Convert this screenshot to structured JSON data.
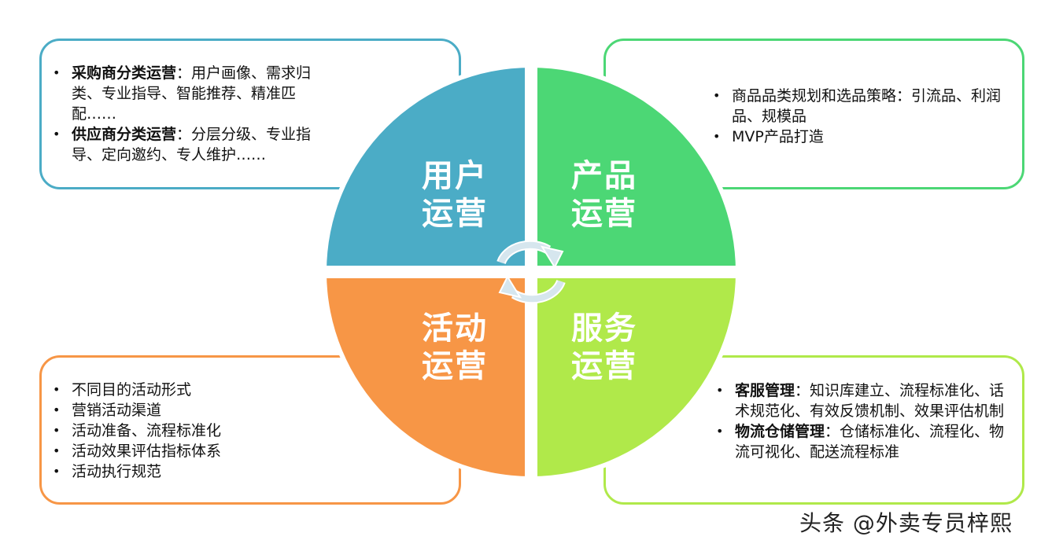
{
  "diagram": {
    "quadrants": [
      {
        "id": "user",
        "line1": "用户",
        "line2": "运营",
        "color": "#4BACC6"
      },
      {
        "id": "product",
        "line1": "产品",
        "line2": "运营",
        "color": "#4CD775"
      },
      {
        "id": "activity",
        "line1": "活动",
        "line2": "运营",
        "color": "#F79646"
      },
      {
        "id": "service",
        "line1": "服务",
        "line2": "运营",
        "color": "#B0E94A"
      }
    ],
    "center_icon": "cycle-arrows-icon"
  },
  "boxes": {
    "user": {
      "items": [
        {
          "bold": "采购商分类运营",
          "text": "：用户画像、需求归类、专业指导、智能推荐、精准匹配……"
        },
        {
          "bold": "供应商分类运营",
          "text": "：分层分级、专业指导、定向邀约、专人维护……"
        }
      ]
    },
    "product": {
      "items": [
        {
          "bold": "",
          "text": "商品品类规划和选品策略：引流品、利润品、规模品"
        },
        {
          "bold": "",
          "text": "MVP产品打造"
        }
      ]
    },
    "activity": {
      "items": [
        {
          "bold": "",
          "text": "不同目的活动形式"
        },
        {
          "bold": "",
          "text": "营销活动渠道"
        },
        {
          "bold": "",
          "text": "活动准备、流程标准化"
        },
        {
          "bold": "",
          "text": "活动效果评估指标体系"
        },
        {
          "bold": "",
          "text": "活动执行规范"
        }
      ]
    },
    "service": {
      "items": [
        {
          "bold": "客服管理",
          "text": "：知识库建立、流程标准化、话术规范化、有效反馈机制、效果评估机制"
        },
        {
          "bold": "物流仓储管理",
          "text": "：仓储标准化、流程化、物流可视化、配送流程标准"
        }
      ]
    }
  },
  "watermark": "头条 @外卖专员梓熙"
}
